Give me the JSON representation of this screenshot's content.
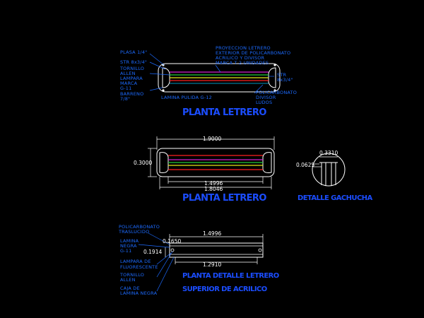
{
  "colors": {
    "background": "#000000",
    "label": "#1d6bff",
    "title": "#1b4dff",
    "outline": "#ffffff",
    "red": "#ff2020",
    "green": "#22c93a",
    "yellow": "#e6e616",
    "magenta": "#d020d0",
    "cyan": "#00c8ff"
  },
  "plan1": {
    "labels_left": [
      "PLASA 1/4\"",
      "STR 8x3/4\"",
      "TORNILLO",
      "ALLEN",
      "LAMPARA",
      "MARCA",
      "G-11",
      "BARRENO",
      "7/8\""
    ],
    "labels_top": [
      "PROYECCION LETRERO",
      "EXTERIOR DE POLICARBONATO",
      "ACRILICO Y DIVISOR",
      "MARCA T 2 UNIDADES"
    ],
    "labels_right": [
      "STR",
      "8x3/4\""
    ],
    "labels_right_low": [
      "POLICARBONATO",
      "DIVISOR",
      "LUDOS"
    ],
    "label_bottom": "LAMINA PULIDA G-12",
    "title": "PLANTA LETRERO"
  },
  "plan2": {
    "dim_top": "1.9000",
    "dim_left": "0.3000",
    "dim_bottom1": "1.4996",
    "dim_bottom2": "1.8046",
    "title": "PLANTA LETRERO"
  },
  "detail": {
    "dim_top": "0.3310",
    "dim_left": "0.0625",
    "title": "DETALLE GACHUCHA"
  },
  "plan3": {
    "labels_left_top": [
      "POLICARBONATO",
      "TRASLUCIDO"
    ],
    "labels_left_mid": [
      "LAMINA",
      "NEGRA",
      "G-11"
    ],
    "labels_left_low": [
      "LAMPARA DE",
      "FLUORESCENTE"
    ],
    "labels_left_bot": [
      "TORNILLO",
      "ALLEN"
    ],
    "labels_left_end": [
      "CAJA DE",
      "LAMINA NEGRA"
    ],
    "dim_top": "1.4996",
    "dim_small": "0.1650",
    "dim_left": "0.1914",
    "dim_bottom": "1.2910",
    "title_line1": "PLANTA DETALLE LETRERO",
    "title_line2": "SUPERIOR DE ACRILICO"
  }
}
